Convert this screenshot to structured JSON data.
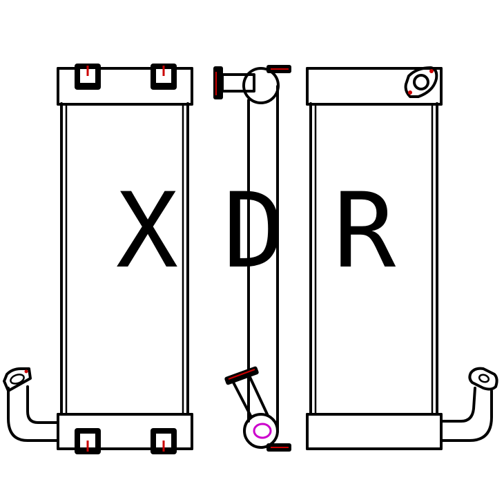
{
  "letters": {
    "left": "X",
    "middle": "D",
    "right": "R"
  },
  "colors": {
    "line": "#000000",
    "marker": "#cc0000",
    "accent": "#cc00cc",
    "background": "#ffffff"
  },
  "parts": [
    "front-view",
    "side-view",
    "rear-view"
  ]
}
